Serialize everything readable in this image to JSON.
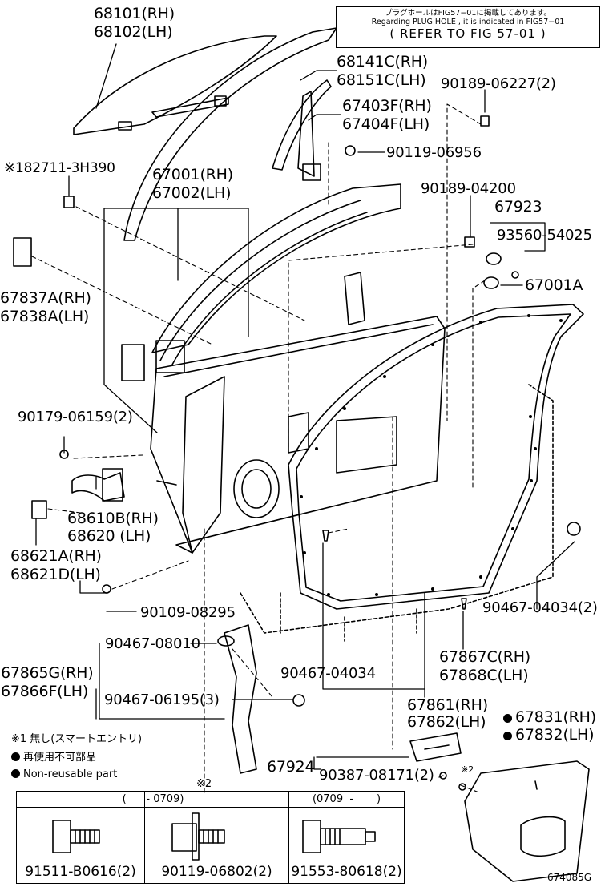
{
  "refer_box": {
    "jp_line": "プラグホールはFIG57−01に掲載してあります。",
    "en_line": "Regarding PLUG HOLE , it is indicated in FIG57−01",
    "refer": "( REFER TO FIG 57-01 )"
  },
  "labels": {
    "p68101": "68101(RH)",
    "p68102": "68102(LH)",
    "p68141c": "68141C(RH)",
    "p68151c": "68151C(LH)",
    "p90189_06227": "90189-06227(2)",
    "p67403f": "67403F(RH)",
    "p67404f": "67404F(LH)",
    "p90119_06956": "90119-06956",
    "p182711": "※182711-3H390",
    "p67001": "67001(RH)",
    "p67002": "67002(LH)",
    "p90189_04200": "90189-04200",
    "p67923": "67923",
    "p93560": "93560-54025",
    "p67001a": "67001A",
    "p67837a": "67837A(RH)",
    "p67838a": "67838A(LH)",
    "p90179": "90179-06159(2)",
    "p68610b": "68610B(RH)",
    "p68620": "68620  (LH)",
    "p68621a": "68621A(RH)",
    "p68621d": "68621D(LH)",
    "p90109": "90109-08295",
    "p90467_04034_2": "90467-04034(2)",
    "p90467_08010": "90467-08010",
    "p67865g": "67865G(RH)",
    "p67866f": "67866F(LH)",
    "p90467_04034": "90467-04034",
    "p67867c": "67867C(RH)",
    "p67868c": "67868C(LH)",
    "p90467_06195": "90467-06195(3)",
    "p67861": "67861(RH)",
    "p67862": "67862(LH)",
    "p67831": "67831(RH)",
    "p67832": "67832(LH)",
    "p67924": "67924",
    "p90387": "90387-08171(2)",
    "star2_small": "※2",
    "star2_table": "※2",
    "fig_code": "674085G"
  },
  "legend": {
    "note1": "※1 無し(スマートエントリ)",
    "reuse_jp": "再使用不可部品",
    "reuse_en": "Non-reusable part"
  },
  "bolt_table": {
    "col1_header": "(      - 0709)",
    "col3_header": "(0709  -       )",
    "parts": [
      "91511-B0616(2)",
      "90119-06802(2)",
      "91553-80618(2)"
    ]
  }
}
